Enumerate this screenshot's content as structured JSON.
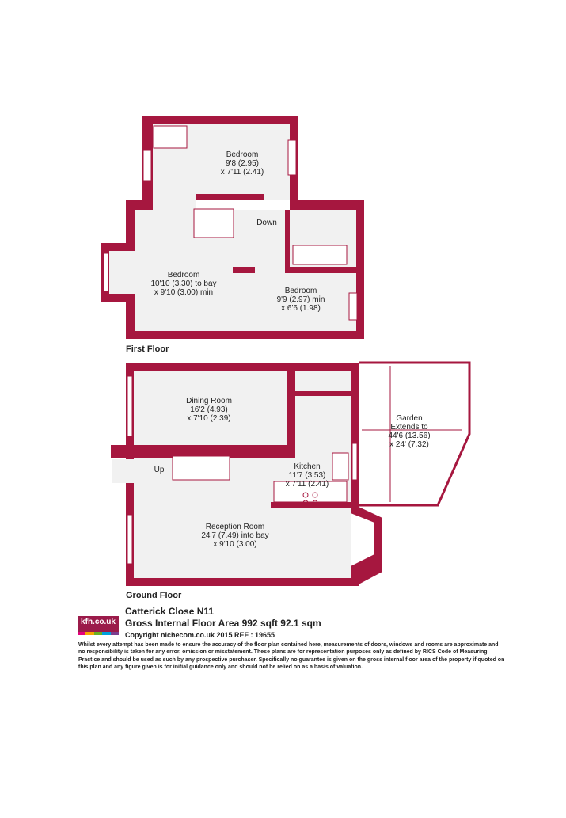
{
  "floors": {
    "first": {
      "title": "First Floor",
      "rooms": [
        {
          "id": "bed1",
          "lines": [
            "Bedroom",
            "9'8 (2.95)",
            "x 7'11 (2.41)"
          ]
        },
        {
          "id": "bed2",
          "lines": [
            "Bedroom",
            "10'10 (3.30) to bay",
            "x 9'10 (3.00) min"
          ]
        },
        {
          "id": "bed3",
          "lines": [
            "Bedroom",
            "9'9 (2.97) min",
            "x 6'6 (1.98)"
          ]
        }
      ],
      "stair_label": "Down"
    },
    "ground": {
      "title": "Ground Floor",
      "rooms": [
        {
          "id": "dining",
          "lines": [
            "Dining Room",
            "16'2 (4.93)",
            "x 7'10 (2.39)"
          ]
        },
        {
          "id": "garden",
          "lines": [
            "Garden",
            "Extends to",
            "44'6 (13.56)",
            "x 24' (7.32)"
          ]
        },
        {
          "id": "kitchen",
          "lines": [
            "Kitchen",
            "11'7 (3.53)",
            "x 7'11 (2.41)"
          ]
        },
        {
          "id": "reception",
          "lines": [
            "Reception Room",
            "24'7 (7.49) into bay",
            "x 9'10 (3.00)"
          ]
        }
      ],
      "stair_label": "Up"
    }
  },
  "footer": {
    "address": "Catterick Close  N11",
    "area": "Gross Internal Floor Area 992 sqft 92.1 sqm",
    "copyright": "Copyright nichecom.co.uk 2015 REF : 19655",
    "disclaimer": "Whilst every attempt has been made to ensure the accuracy of the floor plan contained here, measurements of doors, windows and rooms are approximate and no responsibility is taken for any error, omission or misstatement.  These plans are for representation purposes only as defined by RICS Code of Measuring Practice and should be used as such by any prospective purchaser.  Specifically no guarantee is given on the gross internal floor area of the property if quoted on this plan and any figure given is for initial guidance only and should not be relied on as a basis of valuation."
  },
  "logo": {
    "text": "kfh.co.uk",
    "stripe_colors": [
      "#e4007c",
      "#f7a600",
      "#6ab023",
      "#00a0dc",
      "#7c3e8f"
    ]
  },
  "colors": {
    "wall": "#a6173f",
    "floor": "#f1f1f1",
    "fixture": "#a6173f"
  }
}
